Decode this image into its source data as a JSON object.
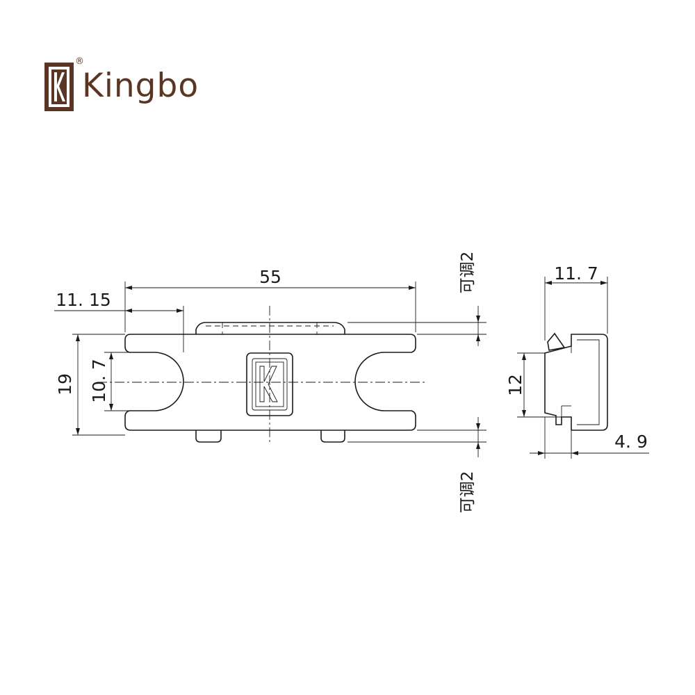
{
  "brand": {
    "name": "Kingbo",
    "registered": "®",
    "logo_color": "#5a3524"
  },
  "dimensions": {
    "overall_length": "55",
    "offset": "11. 15",
    "height": "19",
    "slot": "10. 7",
    "adjust_top": "可调2",
    "adjust_bottom": "可调2",
    "side_width": "11. 7",
    "side_height": "12",
    "side_depth": "4. 9"
  },
  "line_color": "#1a1a1a"
}
